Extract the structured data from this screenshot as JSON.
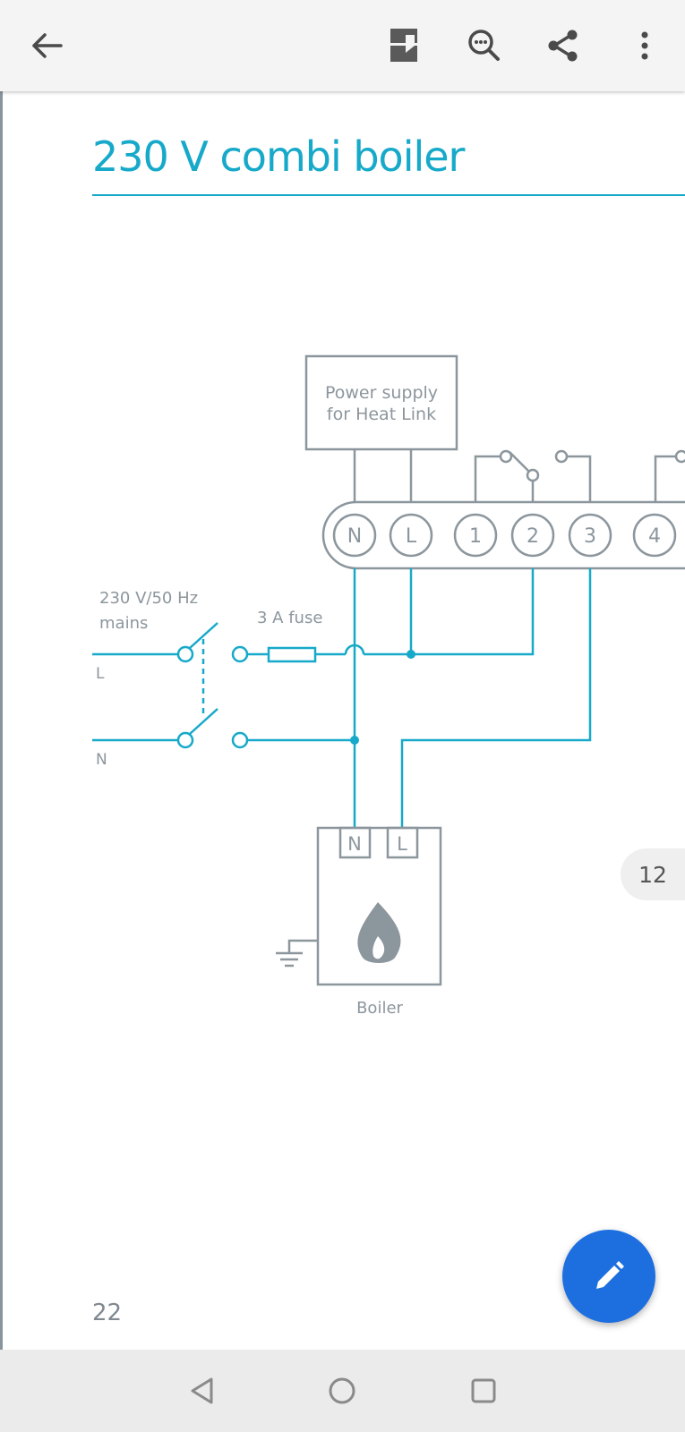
{
  "toolbar": {
    "icons": [
      "back-arrow-icon",
      "document-icon",
      "search-in-document-icon",
      "share-icon",
      "more-vert-icon"
    ]
  },
  "document": {
    "title": "230 V combi boiler",
    "page_number": "22",
    "diagram": {
      "power_supply_line1": "Power supply",
      "power_supply_line2": "for Heat Link",
      "terminals": [
        "N",
        "L",
        "1",
        "2",
        "3",
        "4"
      ],
      "mains_line1": "230 V/50 Hz",
      "mains_line2": "mains",
      "fuse_label": "3 A fuse",
      "live_label": "L",
      "neutral_label": "N",
      "boiler_terminals": [
        "N",
        "L"
      ],
      "boiler_label": "Boiler"
    }
  },
  "page_indicator": "12",
  "fab": {
    "icon": "edit-pencil-icon"
  },
  "navbar": {
    "icons": [
      "back-triangle-icon",
      "home-circle-icon",
      "recents-square-icon"
    ]
  },
  "colors": {
    "accent": "#17a9c9",
    "wire_gray": "#8c969d",
    "fab": "#1d6fe0"
  }
}
